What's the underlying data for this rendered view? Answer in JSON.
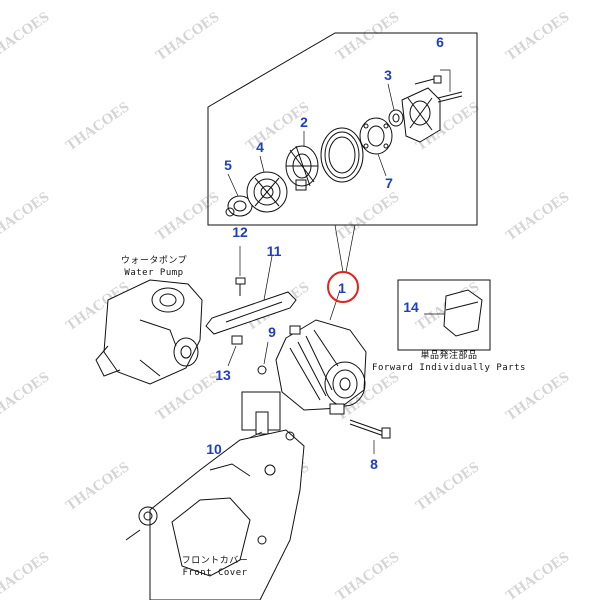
{
  "watermark": "THACOES",
  "callouts": [
    {
      "id": "1",
      "text": "1",
      "highlighted": true
    },
    {
      "id": "2",
      "text": "2"
    },
    {
      "id": "3",
      "text": "3"
    },
    {
      "id": "4",
      "text": "4"
    },
    {
      "id": "5",
      "text": "5"
    },
    {
      "id": "6",
      "text": "6"
    },
    {
      "id": "7",
      "text": "7"
    },
    {
      "id": "8",
      "text": "8"
    },
    {
      "id": "9",
      "text": "9"
    },
    {
      "id": "10",
      "text": "10"
    },
    {
      "id": "11",
      "text": "11"
    },
    {
      "id": "12",
      "text": "12"
    },
    {
      "id": "13",
      "text": "13"
    },
    {
      "id": "14",
      "text": "14"
    }
  ],
  "labels": {
    "water_pump_jp": "ウォータポンプ",
    "water_pump_en": "Water Pump",
    "forward_jp": "単品発注部品",
    "forward_en": "Forward Individually Parts",
    "front_cover_jp": "フロントカバー",
    "front_cover_en": "Front Cover"
  },
  "colors": {
    "callout_text": "#1f3fbf",
    "highlight_ring": "#e2231a",
    "line_art": "#111111",
    "watermark": "#d4d4d4"
  }
}
